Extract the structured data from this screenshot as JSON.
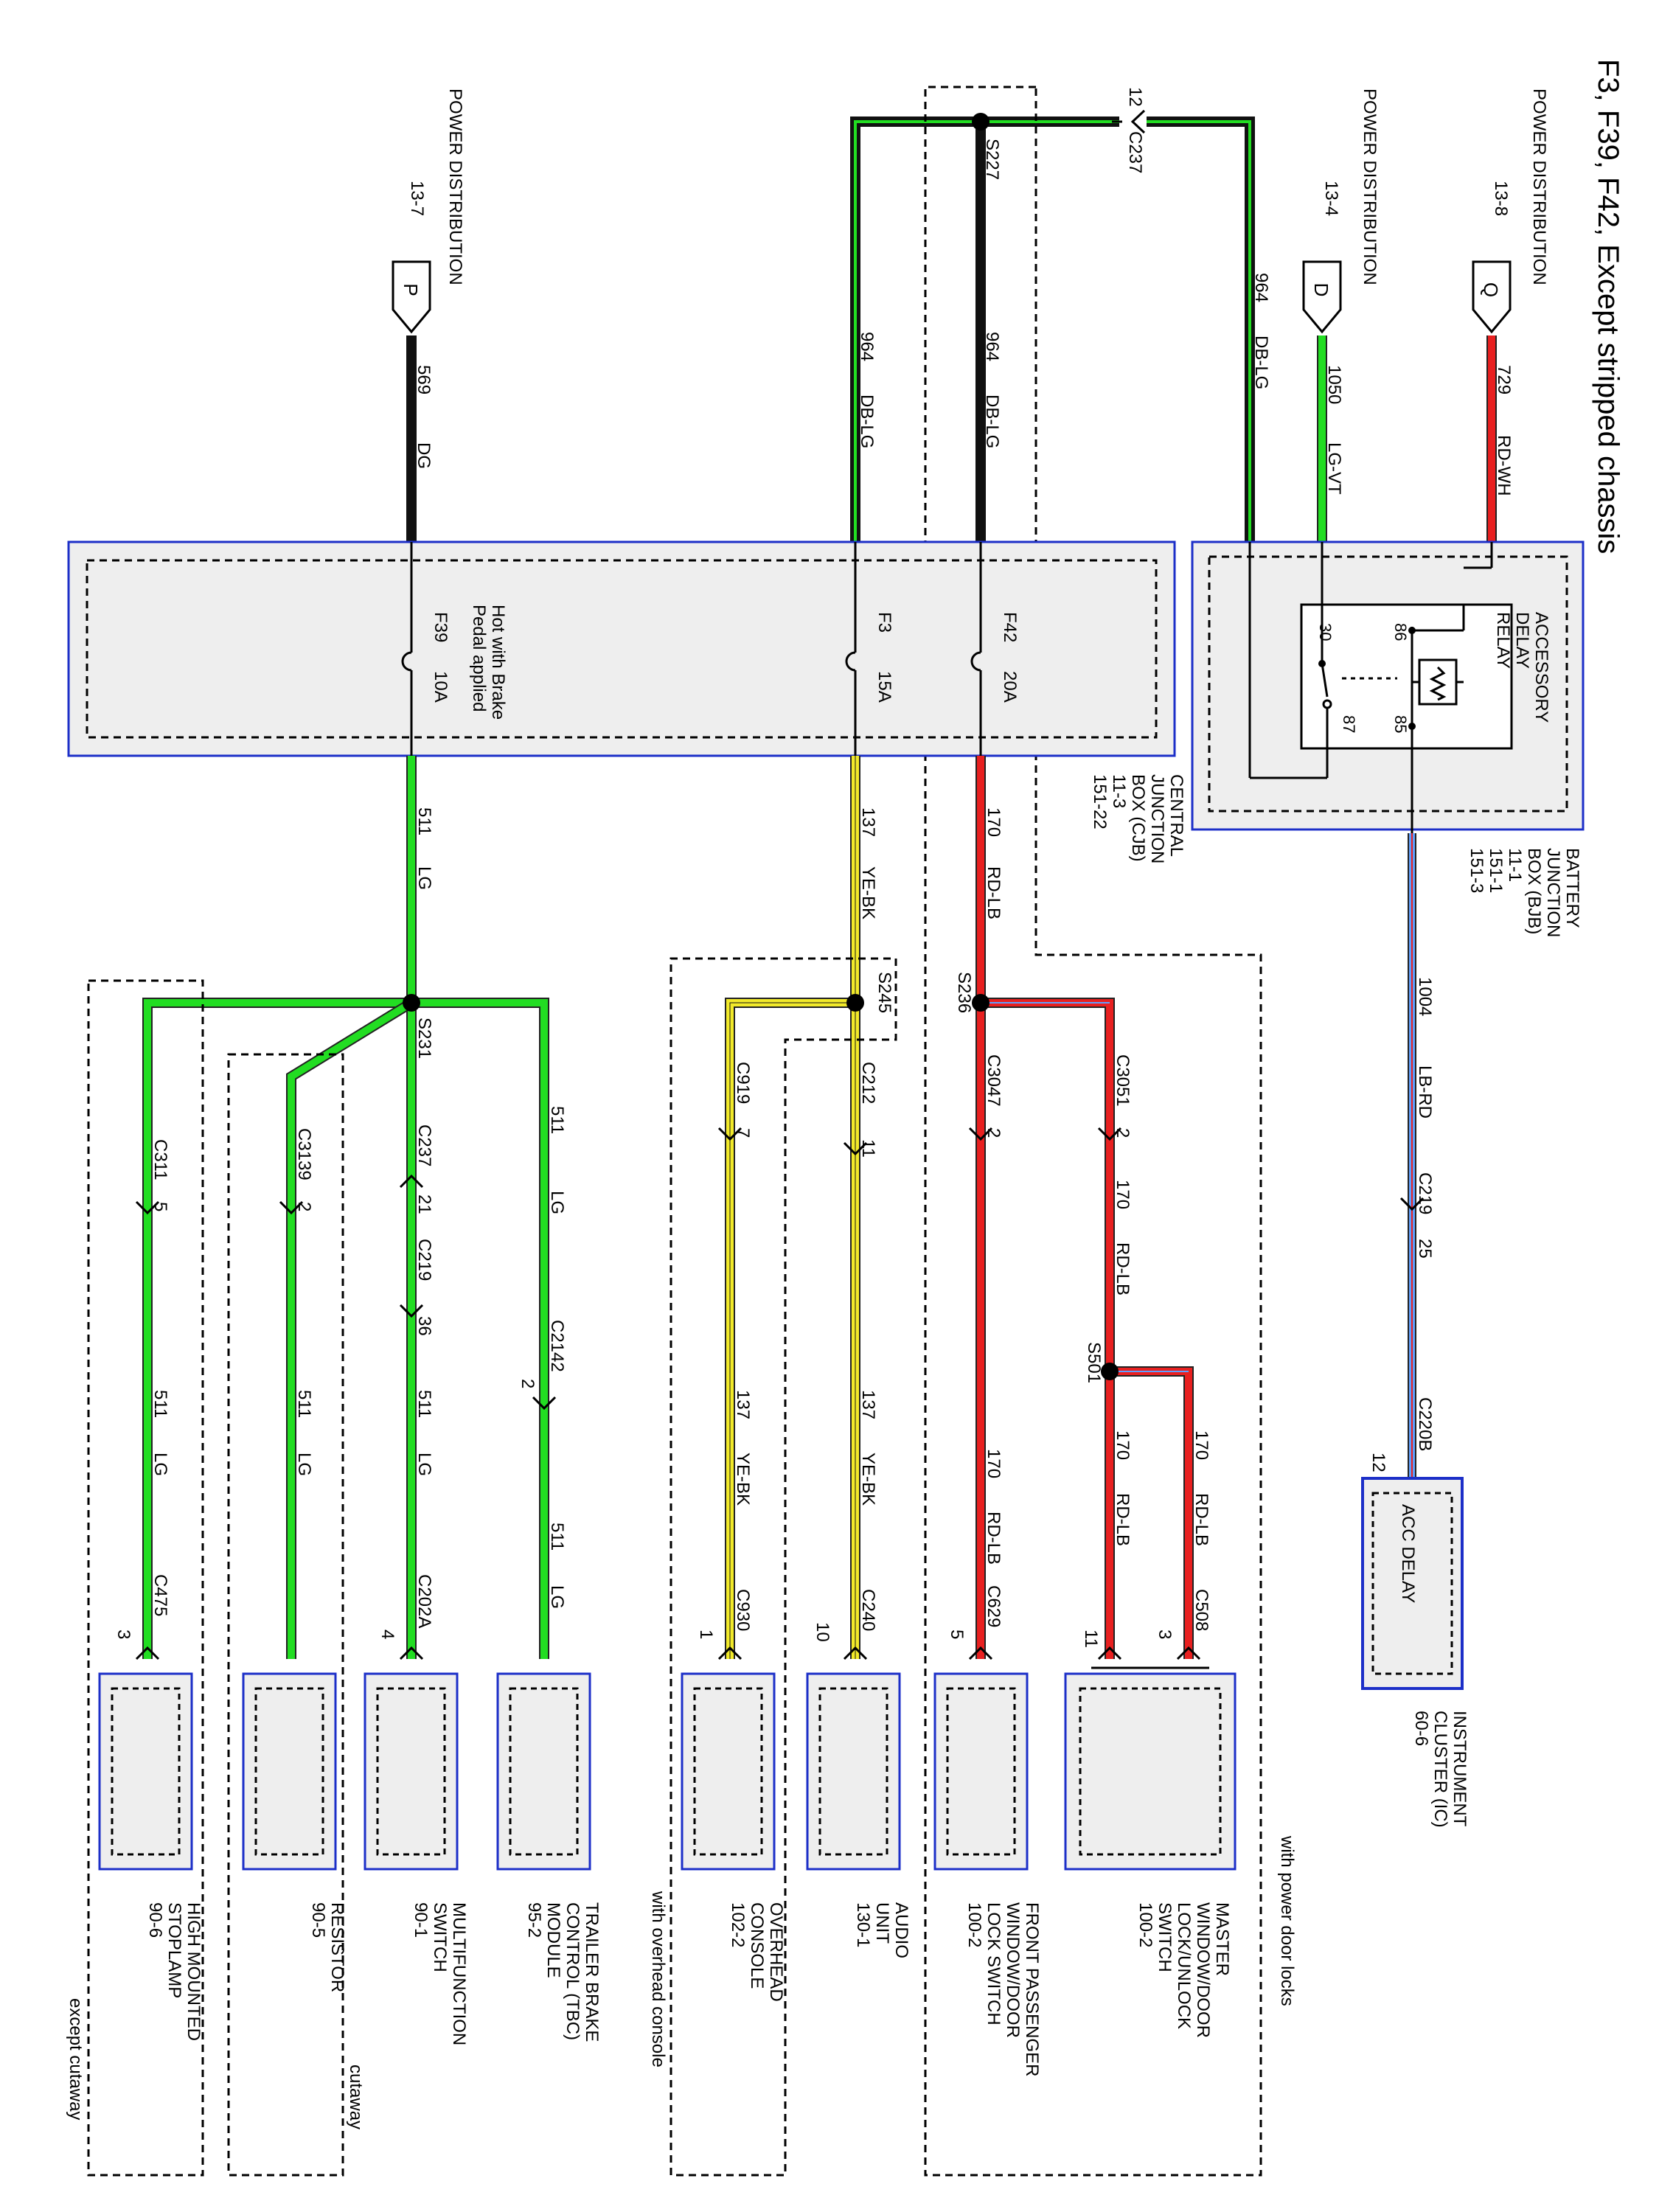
{
  "title": "F3, F39, F42, Except stripped chassis",
  "colors": {
    "LG": "#22dd22",
    "RD": "#e82020",
    "YE": "#f2ea2a",
    "BK": "#111111",
    "LB": "#5fa0ff",
    "WH": "#ffffff",
    "VT": "#a050e0",
    "DG": "#1f6f1f",
    "DB": "#20386e"
  },
  "power": [
    {
      "top": "POWER DISTRIBUTION",
      "loc": "13-8",
      "letter": "Q"
    },
    {
      "top": "POWER DISTRIBUTION",
      "loc": "13-4",
      "letter": "D"
    },
    {
      "top": "POWER DISTRIBUTION",
      "loc": "13-7",
      "letter": "P"
    }
  ],
  "bjb": {
    "lines": [
      "BATTERY",
      "JUNCTION",
      "BOX (BJB)",
      "11-1",
      "151-1",
      "151-3"
    ]
  },
  "relay": {
    "lines": [
      "ACCESSORY",
      "DELAY",
      "RELAY"
    ],
    "pins": [
      "86",
      "85",
      "30",
      "87"
    ]
  },
  "cjb": {
    "lines": [
      "CENTRAL",
      "JUNCTION",
      "BOX (CJB)",
      "11-3",
      "151-22"
    ],
    "note": [
      "Hot with Brake",
      "Pedal applied"
    ]
  },
  "fuses": [
    {
      "name": "F42",
      "rating": "20A"
    },
    {
      "name": "F3",
      "rating": "15A"
    },
    {
      "name": "F39",
      "rating": "10A"
    }
  ],
  "splices": [
    "S227",
    "S236",
    "S245",
    "S231",
    "S501"
  ],
  "wires": {
    "w729": {
      "circuit": "729",
      "color": "RD-WH"
    },
    "w1050": {
      "circuit": "1050",
      "color": "LG-VT"
    },
    "w964a": {
      "circuit": "964",
      "color": "DB-LG"
    },
    "w964b": {
      "circuit": "964",
      "color": "DB-LG"
    },
    "w964c": {
      "circuit": "964",
      "color": "DB-LG"
    },
    "w569": {
      "circuit": "569",
      "color": "DG"
    },
    "w1004": {
      "circuit": "1004",
      "color": "LB-RD"
    },
    "w170a": {
      "circuit": "170",
      "color": "RD-LB"
    },
    "w170b": {
      "circuit": "170",
      "color": "RD-LB"
    },
    "w170c": {
      "circuit": "170",
      "color": "RD-LB"
    },
    "w170d": {
      "circuit": "170",
      "color": "RD-LB"
    },
    "w137a": {
      "circuit": "137",
      "color": "YE-BK"
    },
    "w137b": {
      "circuit": "137",
      "color": "YE-BK"
    },
    "w137c": {
      "circuit": "137",
      "color": "YE-BK"
    },
    "w511a": {
      "circuit": "511",
      "color": "LG"
    },
    "w511b": {
      "circuit": "511",
      "color": "LG"
    },
    "w511c": {
      "circuit": "511",
      "color": "LG"
    },
    "w511d": {
      "circuit": "511",
      "color": "LG"
    },
    "w511e": {
      "circuit": "511",
      "color": "LG"
    },
    "w511f": {
      "circuit": "511",
      "color": "LG"
    }
  },
  "connectors": {
    "c237top": {
      "name": "C237",
      "pin": "12"
    },
    "c219_25": {
      "name": "C219",
      "pin": "25"
    },
    "c220b": {
      "name": "C220B",
      "pin": "12"
    },
    "c3051": {
      "name": "C3051",
      "pin": "2"
    },
    "c3047": {
      "name": "C3047",
      "pin": "2"
    },
    "c212": {
      "name": "C212",
      "pin": "11"
    },
    "c919": {
      "name": "C919",
      "pin": "7"
    },
    "c2142": {
      "name": "C2142",
      "pin": "2"
    },
    "c237": {
      "name": "C237",
      "pin": "21"
    },
    "c219": {
      "name": "C219",
      "pin": "36"
    },
    "c3139": {
      "name": "C3139",
      "pin": "2"
    },
    "c311": {
      "name": "C311",
      "pin": "5"
    },
    "c508": {
      "name": "C508",
      "pin": "3"
    },
    "c508b": {
      "pin": "11"
    },
    "c629": {
      "name": "C629",
      "pin": "5"
    },
    "c240": {
      "name": "C240",
      "pin": "10"
    },
    "c930": {
      "name": "C930",
      "pin": "1"
    },
    "c202a": {
      "name": "C202A",
      "pin": "4"
    },
    "c475": {
      "name": "C475",
      "pin": "3"
    }
  },
  "modules": {
    "ic": {
      "inner": "ACC DELAY",
      "lines": [
        "INSTRUMENT",
        "CLUSTER (IC)",
        "60-6"
      ]
    },
    "master": {
      "lines": [
        "MASTER",
        "WINDOW/DOOR",
        "LOCK/UNLOCK",
        "SWITCH",
        "100-2"
      ]
    },
    "front": {
      "lines": [
        "FRONT PASSENGER",
        "WINDOW/DOOR",
        "LOCK SWITCH",
        "100-2"
      ]
    },
    "audio": {
      "lines": [
        "AUDIO",
        "UNIT",
        "130-1"
      ]
    },
    "console": {
      "lines": [
        "OVERHEAD",
        "CONSOLE",
        "102-2"
      ]
    },
    "tbc": {
      "lines": [
        "TRAILER BRAKE",
        "CONTROL (TBC)",
        "MODULE",
        "95-2"
      ]
    },
    "mfs": {
      "lines": [
        "MULTIFUNCTION",
        "SWITCH",
        "90-1"
      ]
    },
    "res": {
      "lines": [
        "RESISTOR",
        "90-5"
      ]
    },
    "stop": {
      "lines": [
        "HIGH MOUNTED",
        "STOPLAMP",
        "90-6"
      ]
    }
  },
  "options": {
    "doorlocks": "with power door locks",
    "console": "with overhead console",
    "cutaway": "cutaway",
    "except": "except cutaway"
  }
}
